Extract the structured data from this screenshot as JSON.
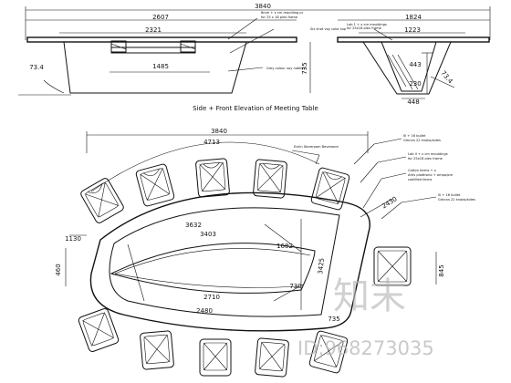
{
  "elevation": {
    "title": "Side + Front Elevation of Meeting Table",
    "dims": {
      "overall": "3840",
      "side_top": "2607",
      "side_inner": "2321",
      "side_mid": "1485",
      "side_height": "735",
      "side_angle": "73.4",
      "front_top": "1824",
      "front_inner": "1223",
      "front_a": "443",
      "front_b": "230",
      "front_c": "448",
      "front_angle": "73.4"
    },
    "notes": {
      "top_note_1": "6mm + x cm moulding pr",
      "top_note_2": "for 25 x 18 plex frame",
      "mid_note": "Six shot voy color top",
      "bottom_note": "Grey colour voy nobility",
      "front_note_1": "Lab 1 + x cm mouldings",
      "front_note_2": "for 25x18 plex frame"
    }
  },
  "plan": {
    "dims": {
      "overall": "3840",
      "top_arc": "4713",
      "left": "1130",
      "left_short": "460",
      "inner_top": "3632",
      "inner_top2": "3403",
      "inner_center": "1682",
      "inner_bottom": "2710",
      "bottom": "2480",
      "right_angle": "2430",
      "right_mid": "3425",
      "right_short": "730",
      "right_far": "845",
      "left_angle": "735"
    },
    "notes": {
      "n1": "Eckin Storeroom Beveroom",
      "n2_1": "III + 16 bullet",
      "n2_2": "Grbnvs 22 knobs/sides",
      "n3_1": "Lab II + x cm mouldings",
      "n3_2": "for 25x18 plex frame",
      "n4_1": "Catton farms + x",
      "n4_2": "Artis pladtrono + ampo/ore",
      "n4_3": "cadiilled farms",
      "n5_1": "III + 16 bullet",
      "n5_2": "Grbnvs 22 knobs/sides"
    }
  },
  "watermark": {
    "brand": "知末",
    "id_label": "ID:968273035"
  }
}
